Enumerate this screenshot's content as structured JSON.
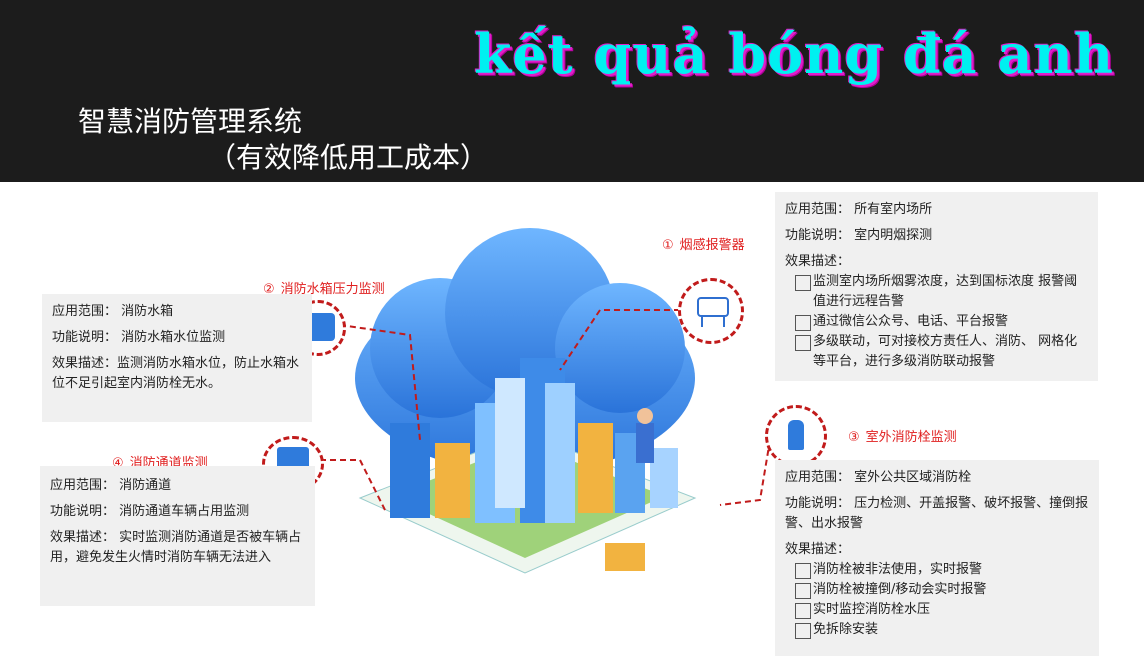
{
  "overlay_title": "kết quả bóng đá anh",
  "header": {
    "title": "智慧消防管理系统",
    "subtitle": "（有效降低用工成本）"
  },
  "sections": {
    "smoke": {
      "number": "①",
      "title": "烟感报警器",
      "scope": "应用范围：  所有室内场所",
      "function": "功能说明：  室内明烟探测",
      "effects_label": "效果描述：",
      "effects": [
        "监测室内场所烟雾浓度，达到国标浓度  报警阈值进行远程告警",
        "通过微信公众号、电话、平台报警",
        "多级联动，可对接校方责任人、消防、  网格化等平台，进行多级消防联动报警"
      ]
    },
    "water_tank": {
      "number": "②",
      "title": "消防水箱压力监测",
      "scope": "应用范围：  消防水箱",
      "function": "功能说明：  消防水箱水位监测",
      "effect": "效果描述：监测消防水箱水位，防止水箱水位不足引起室内消防栓无水。"
    },
    "hydrant": {
      "number": "③",
      "title": "室外消防栓监测",
      "scope": "应用范围：  室外公共区域消防栓",
      "function": "功能说明：  压力检测、开盖报警、破坏报警、撞倒报警、出水报警",
      "effects_label": "效果描述：",
      "effects": [
        "消防栓被非法使用，实时报警",
        "消防栓被撞倒/移动会实时报警",
        "实时监控消防栓水压",
        "免拆除安装"
      ]
    },
    "passage": {
      "number": "④",
      "title": "消防通道监测",
      "scope": "应用范围：  消防通道",
      "function": "功能说明：  消防通道车辆占用监测",
      "effect": "效果描述：  实时监测消防通道是否被车辆占用，避免发生火情时消防车辆无法进入"
    }
  },
  "colors": {
    "header_bg": "#1c1c1c",
    "accent_red": "#e02020",
    "panel_bg": "#f0f0f0",
    "cloud_blue": "#4a90e2"
  }
}
